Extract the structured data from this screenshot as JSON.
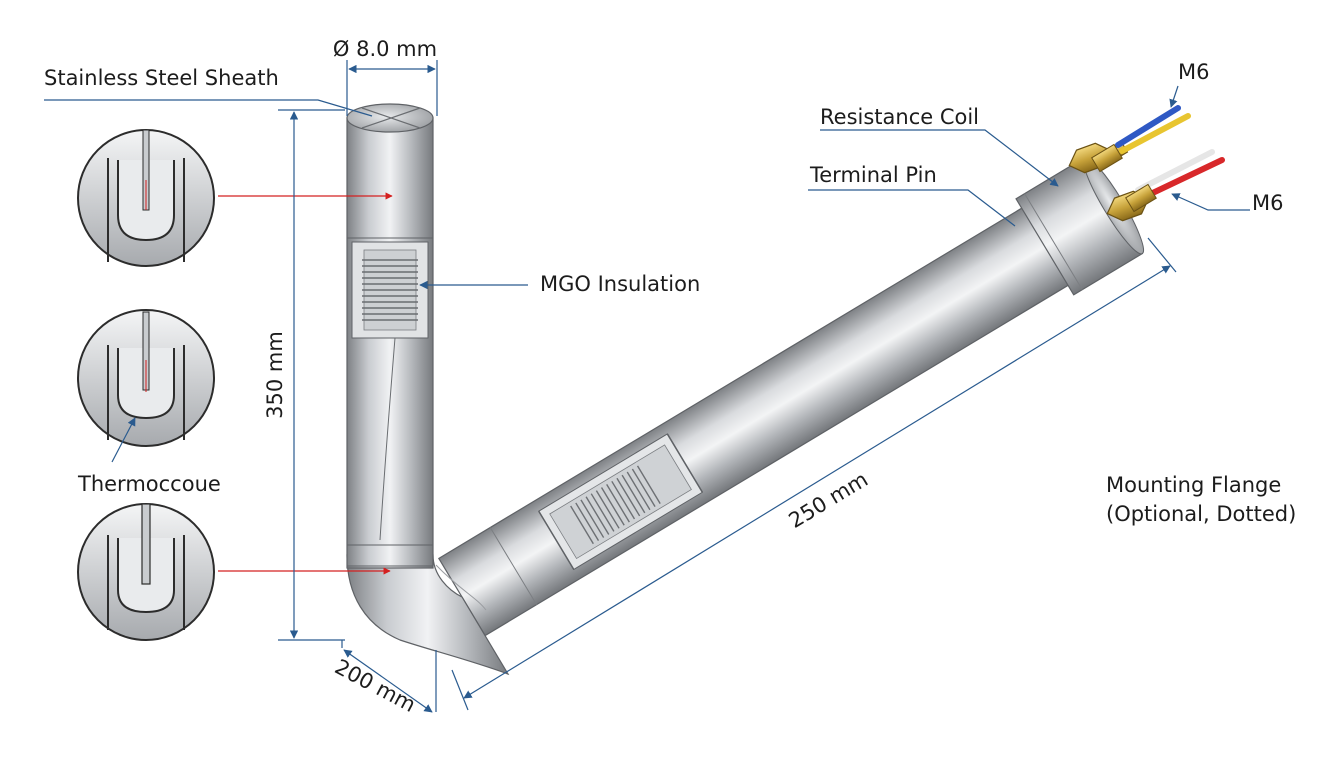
{
  "labels": {
    "diameter": "Ø 8.0 mm",
    "sheath": "Stainless Steel Sheath",
    "mgo": "MGO Insulation",
    "thermocouple": "Thermoccoue",
    "resistance_coil": "Resistance Coil",
    "terminal_pin": "Terminal Pin",
    "m6_top": "M6",
    "m6_bottom": "M6",
    "flange_line1": "Mounting Flange",
    "flange_line2": "(Optional, Dotted)",
    "dim_vertical": "350 mm",
    "dim_diagonal": "250 mm",
    "dim_bottom": "200 mm"
  },
  "colors": {
    "leader_blue": "#2a5b8f",
    "leader_red": "#d42020",
    "steel_dark": "#8c8f93",
    "steel_light": "#eceef0",
    "brass": "#c7a23a",
    "wire_blue": "#2f59c4",
    "wire_yellow": "#e8c530",
    "wire_red": "#d8282a",
    "wire_white": "#e6e6e6"
  },
  "icons": {
    "detail_views": "thermocouple-junction-cutaway-icon",
    "nut": "hex-nut-icon"
  }
}
